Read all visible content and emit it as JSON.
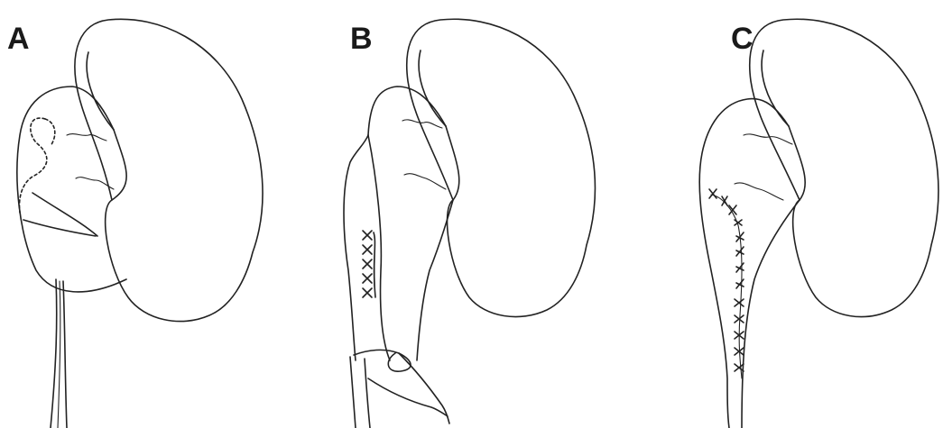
{
  "figure": {
    "line_color": "#222222",
    "background": "#ffffff",
    "panels": [
      {
        "label": "A"
      },
      {
        "label": "B"
      },
      {
        "label": "C"
      }
    ]
  }
}
